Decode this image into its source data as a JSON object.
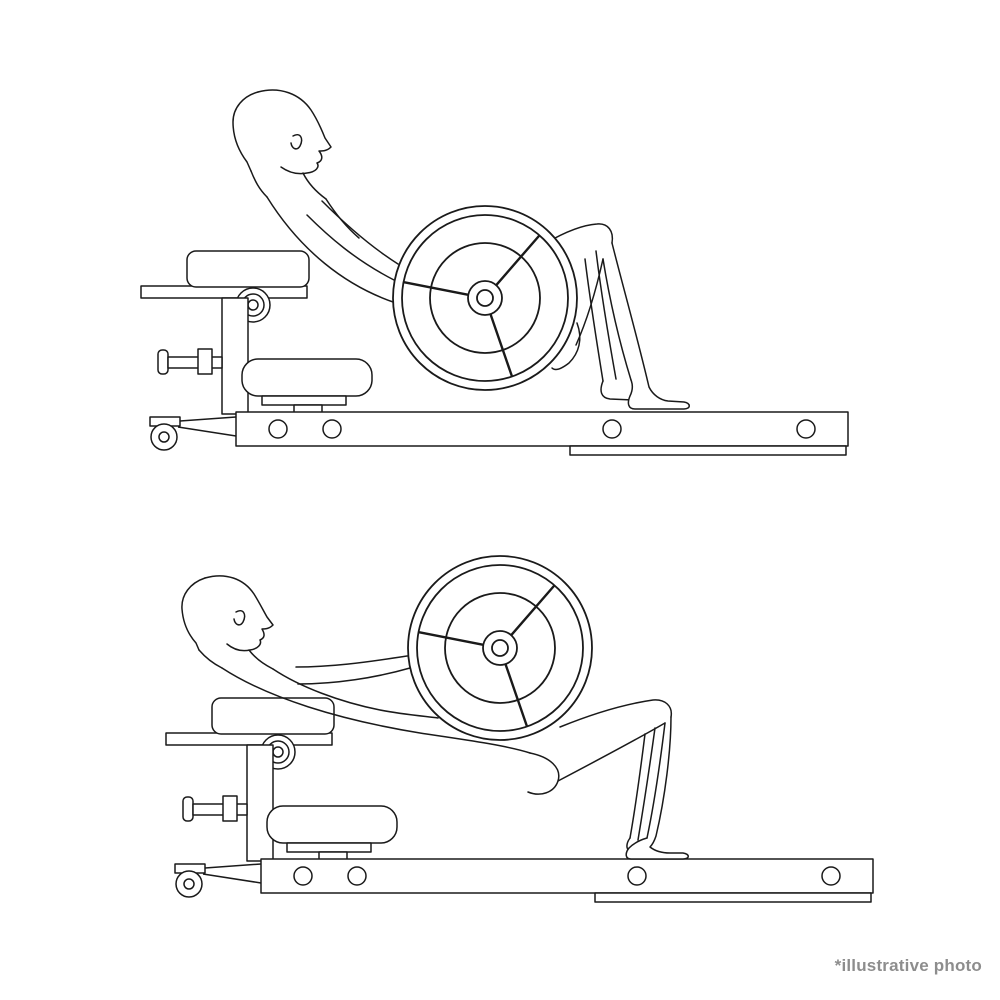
{
  "canvas": {
    "background": "#ffffff",
    "line_color": "#1a1a1a"
  },
  "caption": {
    "text": "*illustrative photo",
    "color": "#8d8d8d"
  },
  "illustrations": [
    {
      "name": "hip-thrust-hips-raised-illustration",
      "position": "top",
      "description": "Line drawing: person on hip thrust bench, torso inclined, hips raised, large barbell plate over hips, knees bent, feet on machine base"
    },
    {
      "name": "hip-thrust-hips-lowered-illustration",
      "position": "bottom",
      "description": "Line drawing: same person with shoulders on bench pad and hips lowered, barbell plate over hips, legs extended to machine base"
    }
  ]
}
